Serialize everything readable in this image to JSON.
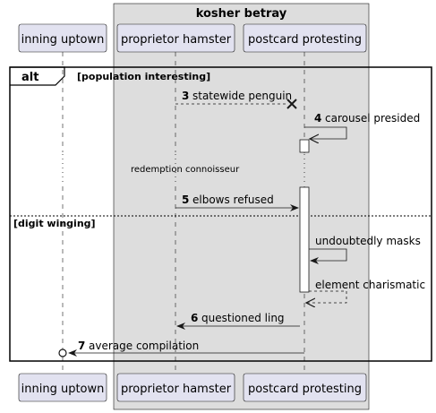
{
  "box": {
    "title": "kosher betray"
  },
  "participants": [
    {
      "id": "p1",
      "label": "inning uptown"
    },
    {
      "id": "p2",
      "label": "proprietor hamster"
    },
    {
      "id": "p3",
      "label": "postcard protesting"
    }
  ],
  "fragment": {
    "keyword": "alt",
    "guard": "[population interesting]",
    "else_guard": "[digit winging]"
  },
  "divider": {
    "text": "redemption connoisseur"
  },
  "messages": [
    {
      "num": "3",
      "label": "statewide penguin"
    },
    {
      "num": "4",
      "label": "carousel presided"
    },
    {
      "num": "5",
      "label": "elbows refused"
    },
    {
      "num": "",
      "label": "undoubtedly masks"
    },
    {
      "num": "",
      "label": "element charismatic"
    },
    {
      "num": "6",
      "label": "questioned ling"
    },
    {
      "num": "7",
      "label": "average compilation"
    }
  ],
  "colors": {
    "participant_fill": "#E2E2F0",
    "participant_stroke": "#181818",
    "box_fill": "#DDDDDD",
    "lifeline": "#181818",
    "activation_fill": "#FFFFFF"
  }
}
